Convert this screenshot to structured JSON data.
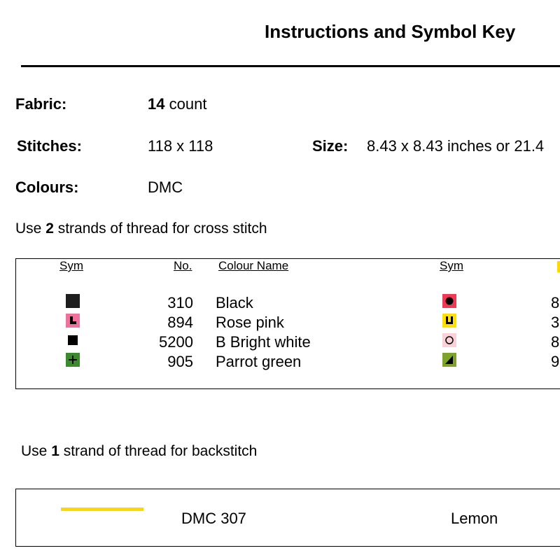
{
  "title": "Instructions and Symbol Key",
  "fabric": {
    "label": "Fabric:",
    "count": "14",
    "unit": "count"
  },
  "stitches": {
    "label": "Stitches:",
    "value": "118 x 118"
  },
  "size": {
    "label": "Size:",
    "value": "8.43 x 8.43 inches or 21.4"
  },
  "colours": {
    "label": "Colours:",
    "value": "DMC"
  },
  "cross_note": {
    "pre": "Use ",
    "num": "2",
    "post": " strands of thread for cross stitch"
  },
  "key": {
    "headers": {
      "sym": "Sym",
      "no": "No.",
      "name": "Colour Name",
      "sym2": "Sym"
    },
    "rows": [
      {
        "sym_icon": "black-square-icon",
        "no": "310",
        "name": "Black",
        "sym2_icon": "red-circle-icon",
        "no2": "8"
      },
      {
        "sym_icon": "pink-corner-icon",
        "no": "894",
        "name": "Rose pink",
        "sym2_icon": "yellow-cup-icon",
        "no2": "3"
      },
      {
        "sym_icon": "small-black-square-icon",
        "no": "5200",
        "name": "B Bright white",
        "sym2_icon": "pink-ring-icon",
        "no2": "8"
      },
      {
        "sym_icon": "green-plus-icon",
        "no": "905",
        "name": "Parrot green",
        "sym2_icon": "olive-triangle-icon",
        "no2": "9"
      }
    ]
  },
  "back_note": {
    "pre": "Use ",
    "num": "1",
    "post": " strand of thread for backstitch"
  },
  "backstitch": {
    "line_color": "#ffd800",
    "code": "DMC 307",
    "name": "Lemon"
  }
}
